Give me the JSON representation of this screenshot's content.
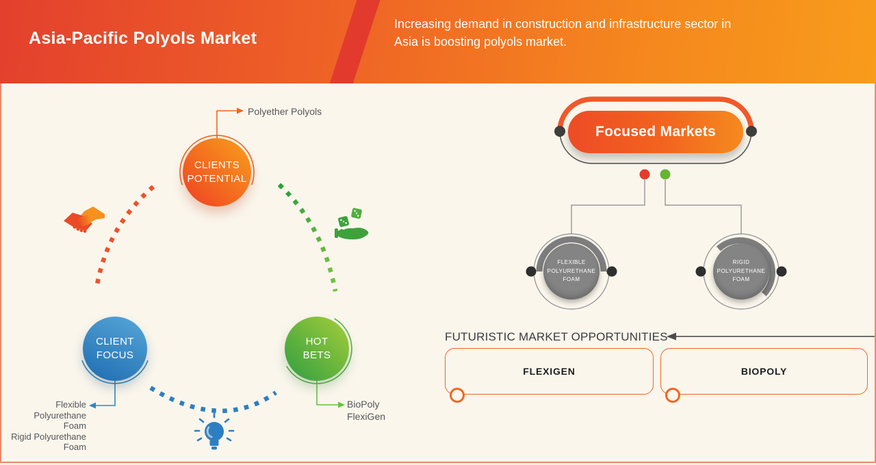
{
  "header": {
    "title": "Asia-Pacific Polyols Market",
    "subtitle": "Increasing demand in construction and infrastructure sector in\nAsia is boosting polyols market."
  },
  "cycle": {
    "clients_potential": {
      "label": "CLIENTS\nPOTENTIAL",
      "callout": "Polyether Polyols"
    },
    "client_focus": {
      "label": "CLIENT\nFOCUS",
      "callout": "Flexible\nPolyurethane\nFoam\nRigid Polyurethane\nFoam"
    },
    "hot_bets": {
      "label": "HOT\nBETS",
      "callout": "BioPoly\nFlexiGen"
    }
  },
  "focused_markets": {
    "title": "Focused Markets",
    "branches": [
      {
        "label": "FLEXIBLE\nPOLYURETHANE\nFOAM"
      },
      {
        "label": "RIGID\nPOLYURETHANE\nFOAM"
      }
    ]
  },
  "opportunities": {
    "heading": "FUTURISTIC MARKET OPPORTUNITIES",
    "items": [
      {
        "label": "FLEXIGEN"
      },
      {
        "label": "BIOPOLY"
      }
    ]
  },
  "icons": {
    "handshake": "handshake-icon",
    "dice_in_hand": "dice-in-hand-icon",
    "lightbulb": "lightbulb-icon",
    "arrow_left": "arrow-left-icon"
  },
  "colors": {
    "header_gradient_start": "#E3402D",
    "header_gradient_end": "#F89C1B",
    "accent_orange": "#F26522",
    "branch_dot_red": "#E53A2E",
    "branch_dot_green": "#67B433",
    "accent_blue": "#2E86C1",
    "accent_green": "#55B046",
    "node_gray": "#848484",
    "background_cream": "#FAF6EC",
    "frame_salmon": "#EF8A6B",
    "text_dark": "#3B3B3B"
  }
}
